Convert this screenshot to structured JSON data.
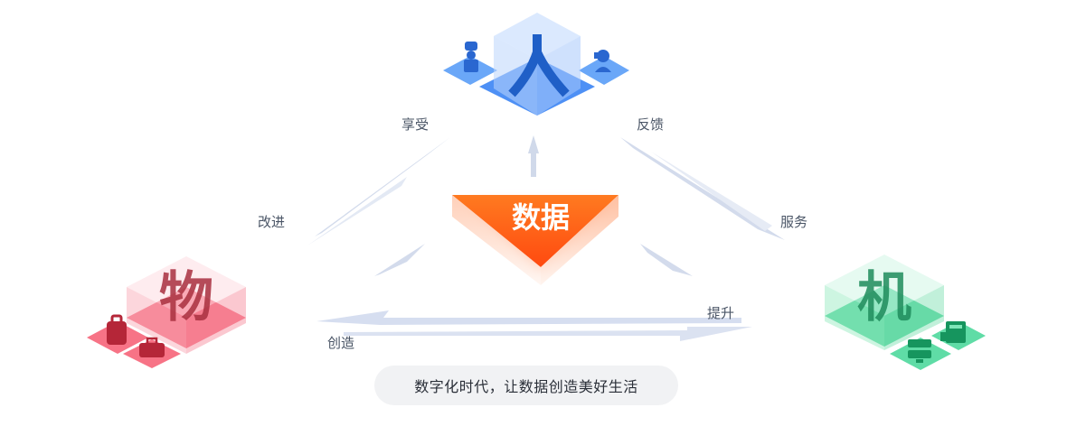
{
  "nodes": {
    "person": {
      "label": "人",
      "color": "#3f86f2"
    },
    "thing": {
      "label": "物",
      "color": "#f2566b"
    },
    "machine": {
      "label": "机",
      "color": "#2ec98a"
    },
    "data": {
      "label": "数据",
      "color": "#ff5a10"
    }
  },
  "relations": {
    "enjoy": "享受",
    "feedback": "反馈",
    "improve": "改进",
    "service": "服务",
    "create": "创造",
    "upgrade": "提升"
  },
  "icons": {
    "person_left": "chef-icon",
    "person_right": "headset-agent-icon",
    "thing_left": "backpack-icon",
    "thing_right": "briefcase-icon",
    "machine_left": "server-icon",
    "machine_right": "machine-panel-icon"
  },
  "caption": "数字化时代，让数据创造美好生活"
}
